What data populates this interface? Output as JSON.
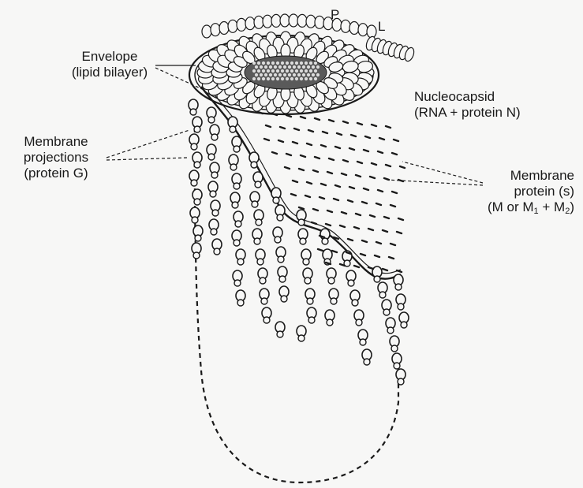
{
  "labels": {
    "p": "P",
    "l": "L",
    "envelope_line1": "Envelope",
    "envelope_line2": "(lipid bilayer)",
    "nucleocapsid_line1": "Nucleocapsid",
    "nucleocapsid_line2": "(RNA + protein N)",
    "projections_line1": "Membrane",
    "projections_line2": "projections",
    "projections_line3": "(protein G)",
    "mprotein_line1": "Membrane",
    "mprotein_line2": "protein (s)",
    "mprotein_line3_a": "(M or M",
    "mprotein_sub1": "1",
    "mprotein_line3_b": " + M",
    "mprotein_sub2": "2",
    "mprotein_line3_c": ")"
  },
  "colors": {
    "ink": "#1a1a1a",
    "paper": "#f7f7f6"
  }
}
